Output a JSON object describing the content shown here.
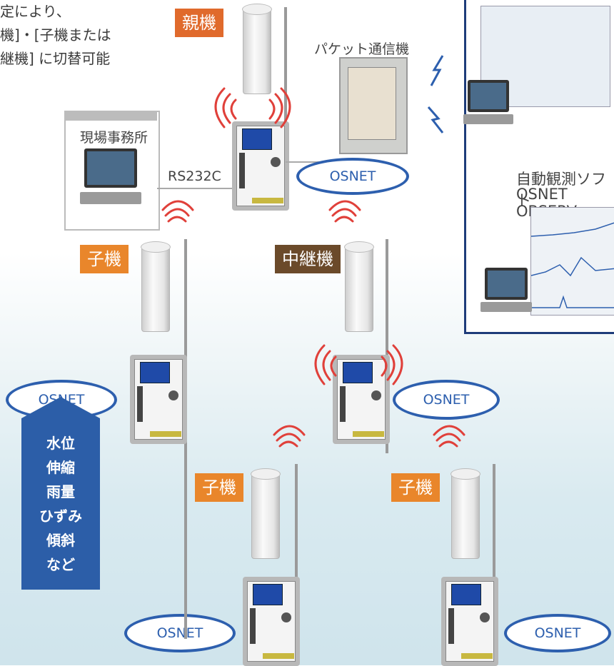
{
  "intro_text": "定により、\n機]・[子機または\n継機] に切替可能",
  "tags": {
    "parent": "親機",
    "child_left": "子機",
    "relay": "中継機",
    "child_bottom_left": "子機",
    "child_bottom_right": "子機"
  },
  "labels": {
    "packet_device": "パケット通信機",
    "office": "現場事務所",
    "rs232c": "RS232C",
    "auto_software_line1": "自動観測ソフト",
    "auto_software_line2": "OSNET OBSERV"
  },
  "osnet_label": "OSNET",
  "measurements": [
    "水位",
    "伸縮",
    "雨量",
    "ひずみ",
    "傾斜",
    "など"
  ],
  "colors": {
    "blue": "#2d5fae",
    "orange": "#e9862b",
    "brown": "#6b4a2a",
    "panel_border": "#1e3c7a"
  }
}
